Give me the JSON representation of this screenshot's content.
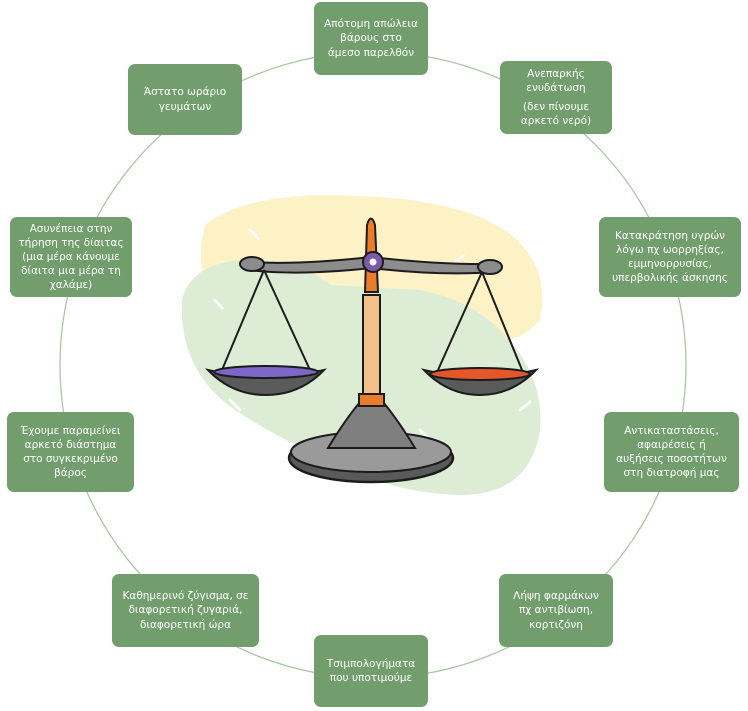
{
  "center_image": "balance-scale-clipart",
  "colors": {
    "node_fill": "#729e6d",
    "node_text": "#ffffff",
    "ring": "#a9c8a4",
    "blob_green": "#dcecd5",
    "blob_yellow": "#fdf2c6"
  },
  "nodes": [
    {
      "id": "sudden-weight-loss",
      "lines": [
        "Απότομη απώλεια",
        "βάρους στο",
        "άμεσο παρελθόν"
      ]
    },
    {
      "id": "poor-hydration",
      "lines": [
        "Ανεπαρκής",
        "ενυδάτωση"
      ],
      "sub": [
        "(δεν πίνουμε",
        "αρκετό νερό)"
      ]
    },
    {
      "id": "fluid-retention",
      "lines": [
        "Κατακράτηση υγρών",
        "λόγω πχ ωορρηξίας,",
        "εμμηνορρυσίας,",
        "υπερβολικής άσκησης"
      ]
    },
    {
      "id": "diet-changes",
      "lines": [
        "Αντικαταστάσεις,",
        "αφαιρέσεις ή",
        "αυξήσεις ποσοτήτων",
        "στη διατροφή μας"
      ]
    },
    {
      "id": "medication",
      "lines": [
        "Λήψη φαρμάκων",
        "πχ αντιβίωση,",
        "κορτιζόνη"
      ]
    },
    {
      "id": "snacking",
      "lines": [
        "Τσιμπολογήματα",
        "που υποτιμούμε"
      ]
    },
    {
      "id": "daily-weighing",
      "lines": [
        "Καθημερινό ζύγισμα, σε",
        "διαφορετική ζυγαριά,",
        "διαφορετική ώρα"
      ]
    },
    {
      "id": "weight-plateau",
      "lines": [
        "Έχουμε παραμείνει",
        "αρκετό διάστημα",
        "στο συγκεκριμένο",
        "βάρος"
      ]
    },
    {
      "id": "diet-inconsistency",
      "lines": [
        "Ασυνέπεια στην",
        "τήρηση της δίαιτας",
        "(μια μέρα κάνουμε",
        "δίαιτα μια μέρα τη",
        "χαλάμε)"
      ]
    },
    {
      "id": "irregular-meals",
      "lines": [
        "Άστατο ωράριο",
        "γευμάτων"
      ]
    }
  ]
}
